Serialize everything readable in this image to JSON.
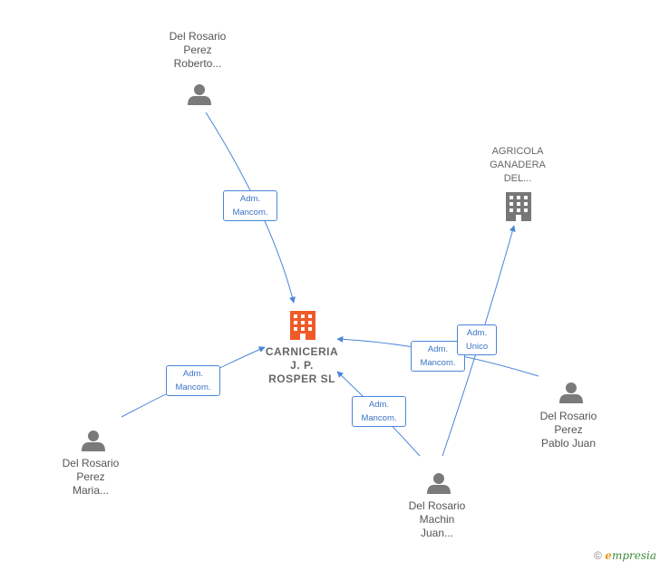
{
  "nodes": {
    "main": {
      "label_lines": [
        "CARNICERIA",
        "J.  P.",
        "ROSPER  SL"
      ],
      "color": "#f05a28"
    },
    "roberto": {
      "label_lines": [
        "Del Rosario",
        "Perez",
        "Roberto..."
      ]
    },
    "agricola": {
      "label_lines": [
        "AGRICOLA",
        "GANADERA",
        "DEL..."
      ]
    },
    "pablo": {
      "label_lines": [
        "Del Rosario",
        "Perez",
        "Pablo Juan"
      ]
    },
    "maria": {
      "label_lines": [
        "Del Rosario",
        "Perez",
        "Maria..."
      ]
    },
    "juan": {
      "label_lines": [
        "Del Rosario",
        "Machin",
        "Juan..."
      ]
    }
  },
  "edges": {
    "roberto_main": {
      "line1": "Adm.",
      "line2": "Mancom."
    },
    "maria_main": {
      "line1": "Adm.",
      "line2": "Mancom."
    },
    "juan_main": {
      "line1": "Adm.",
      "line2": "Mancom."
    },
    "pablo_main": {
      "line1": "Adm.",
      "line2": "Mancom."
    },
    "juan_agricola": {
      "line1": "Adm.",
      "line2": "Unico"
    }
  },
  "footer": {
    "copyright": "©",
    "brand_first": "e",
    "brand_rest": "mpresia"
  },
  "colors": {
    "edge": "#4a86d8",
    "person": "#7a7a7a",
    "company": "#777777",
    "main": "#f05a28"
  }
}
